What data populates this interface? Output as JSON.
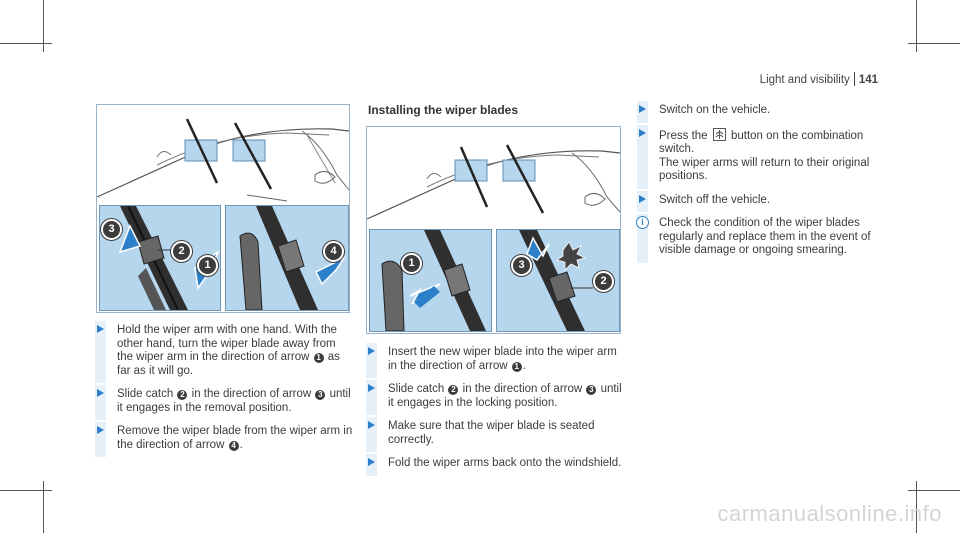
{
  "header": {
    "section": "Light and visibility",
    "page": "141"
  },
  "left": {
    "callouts": {
      "a": "3",
      "b": "2",
      "c": "1",
      "d": "4"
    },
    "steps": [
      {
        "parts": [
          "Hold the wiper arm with one hand. With the other hand, turn the wiper blade away from the wiper arm in the direction of arrow ",
          "",
          " as far as it will go."
        ],
        "nums": [
          "1"
        ]
      },
      {
        "parts": [
          "Slide catch ",
          "",
          " in the direction of arrow ",
          "",
          " until it engages in the removal position."
        ],
        "nums": [
          "2",
          "3"
        ]
      },
      {
        "parts": [
          "Remove the wiper blade from the wiper arm in the direction of arrow ",
          "",
          "."
        ],
        "nums": [
          "4"
        ]
      }
    ]
  },
  "middle": {
    "title": "Installing the wiper blades",
    "callouts": {
      "a": "1",
      "b": "3",
      "c": "2"
    },
    "steps": [
      {
        "parts": [
          "Insert the new wiper blade into the wiper arm in the direction of arrow ",
          "",
          "."
        ],
        "nums": [
          "1"
        ]
      },
      {
        "parts": [
          "Slide catch ",
          "",
          " in the direction of arrow ",
          "",
          " until it engages in the locking position."
        ],
        "nums": [
          "2",
          "3"
        ]
      },
      {
        "parts": [
          "Make sure that the wiper blade is seated correctly."
        ],
        "nums": []
      },
      {
        "parts": [
          "Fold the wiper arms back onto the windshield."
        ],
        "nums": []
      }
    ]
  },
  "right": {
    "steps": [
      {
        "text": "Switch on the vehicle."
      },
      {
        "before": "Press the ",
        "after": " button on the combination switch.",
        "extra": "The wiper arms will return to their original positions."
      },
      {
        "text": "Switch off the vehicle."
      }
    ],
    "note": "Check the condition of the wiper blades regularly and replace them in the event of visible damage or ongoing smearing."
  },
  "watermark": "carmanualsonline.info",
  "colors": {
    "panel": "#b6d6ee",
    "accent": "#2c7fc9",
    "stepbar": "#e6f0f8"
  }
}
